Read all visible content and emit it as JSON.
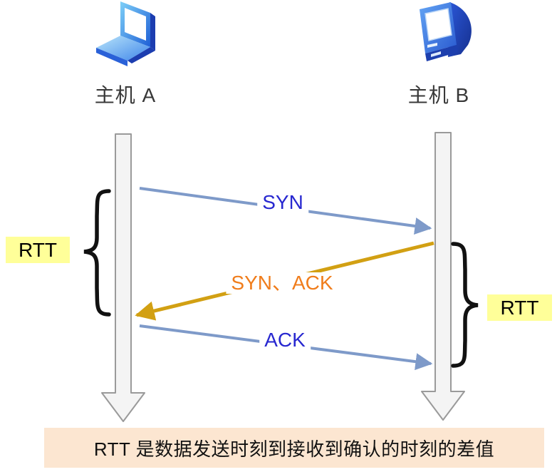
{
  "hosts": {
    "a": {
      "label": "主机 A",
      "icon": "laptop-icon"
    },
    "b": {
      "label": "主机 B",
      "icon": "desktop-computer-icon"
    }
  },
  "messages": [
    {
      "label": "SYN",
      "from": "主机 A",
      "to": "主机 B",
      "text_color": "#2828d0",
      "line_color": "#7e9ac9"
    },
    {
      "label": "SYN、ACK",
      "from": "主机 B",
      "to": "主机 A",
      "text_color": "#f07d1c",
      "line_color": "#d2a013"
    },
    {
      "label": "ACK",
      "from": "主机 A",
      "to": "主机 B",
      "text_color": "#2828d0",
      "line_color": "#7e9ac9"
    }
  ],
  "rtt_left": {
    "label": "RTT"
  },
  "rtt_right": {
    "label": "RTT"
  },
  "caption": {
    "text": "RTT 是数据发送时刻到接收到确认的时刻的差值"
  },
  "colors": {
    "rtt_highlight": "#ffff99",
    "caption_background": "#fce6d1",
    "timeline_fill": "#f4f4f4",
    "timeline_border": "#9a9a9a",
    "brace": "#111111",
    "background": "#ffffff"
  }
}
